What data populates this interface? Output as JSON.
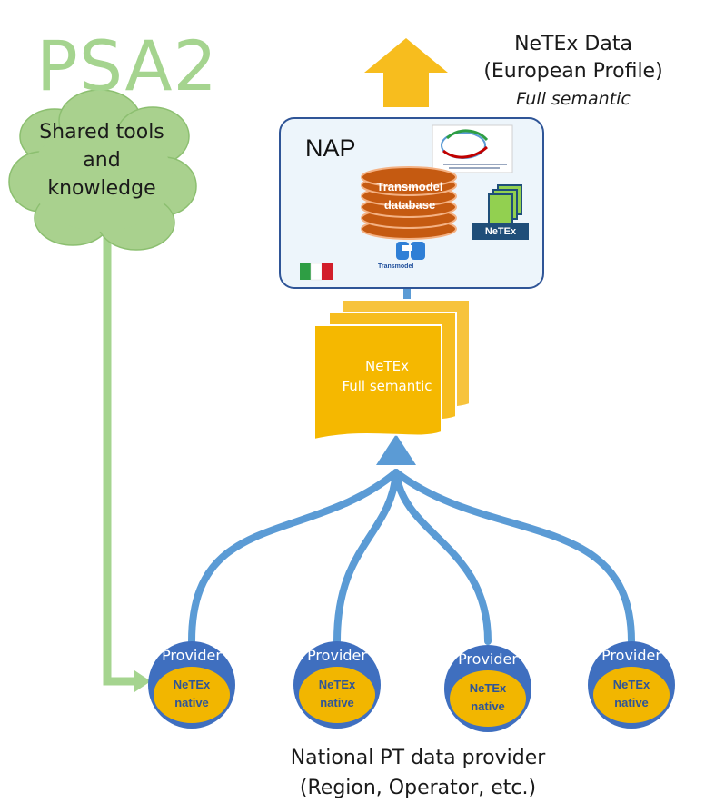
{
  "psa2": {
    "title": "PSA2",
    "cloud_lines": [
      "Shared tools",
      "and",
      "knowledge"
    ]
  },
  "output": {
    "line1": "NeTEx Data",
    "line2": "(European Profile)",
    "line3": "Full semantic"
  },
  "nap": {
    "label": "NAP",
    "database_line1": "Transmodel",
    "database_line2": "database",
    "transmodel_logo_text": "Transmodel",
    "netex_logo_text": "NeTEx"
  },
  "document": {
    "line1": "NeTEx",
    "line2": "Full semantic"
  },
  "providers": [
    {
      "label": "Provider",
      "inner1": "NeTEx",
      "inner2": "native"
    },
    {
      "label": "Provider",
      "inner1": "NeTEx",
      "inner2": "native"
    },
    {
      "label": "Provider",
      "inner1": "NeTEx",
      "inner2": "native"
    },
    {
      "label": "Provider",
      "inner1": "NeTEx",
      "inner2": "native"
    }
  ],
  "footer": {
    "line1": "National PT data provider",
    "line2": "(Region, Operator, etc.)"
  },
  "colors": {
    "green": "#a5d48f",
    "blue_arrow": "#5b9bd5",
    "orange_arrow": "#f7bd1e",
    "provider_blue": "#3f6fbf",
    "provider_inner": "#f2b600",
    "database": "#c55a11"
  }
}
